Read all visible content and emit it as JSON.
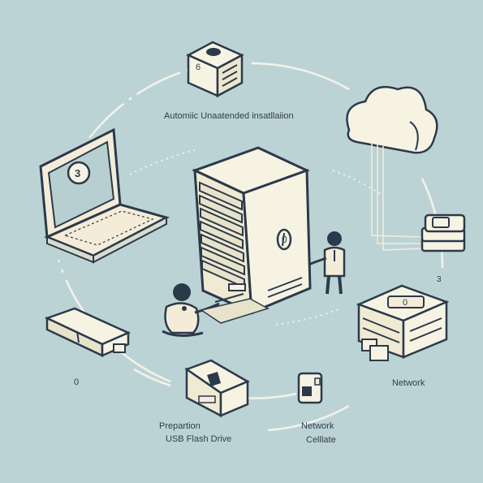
{
  "labels": {
    "top": "Automiic Unaatended insatllaiion",
    "preparation": "Prepartion",
    "usb": "USB Flash Drive",
    "network_top": "Network",
    "network_bottom": "Network",
    "cellate": "Celllate"
  },
  "badges": {
    "top_box": "6",
    "laptop": "3",
    "server": "0",
    "disk": "3",
    "usb": "0",
    "router": "0"
  },
  "colors": {
    "background": "#bcd3d6",
    "outline": "#2b3a4a",
    "device_fill": "#f7f3e3",
    "accent": "#f4efd8"
  }
}
